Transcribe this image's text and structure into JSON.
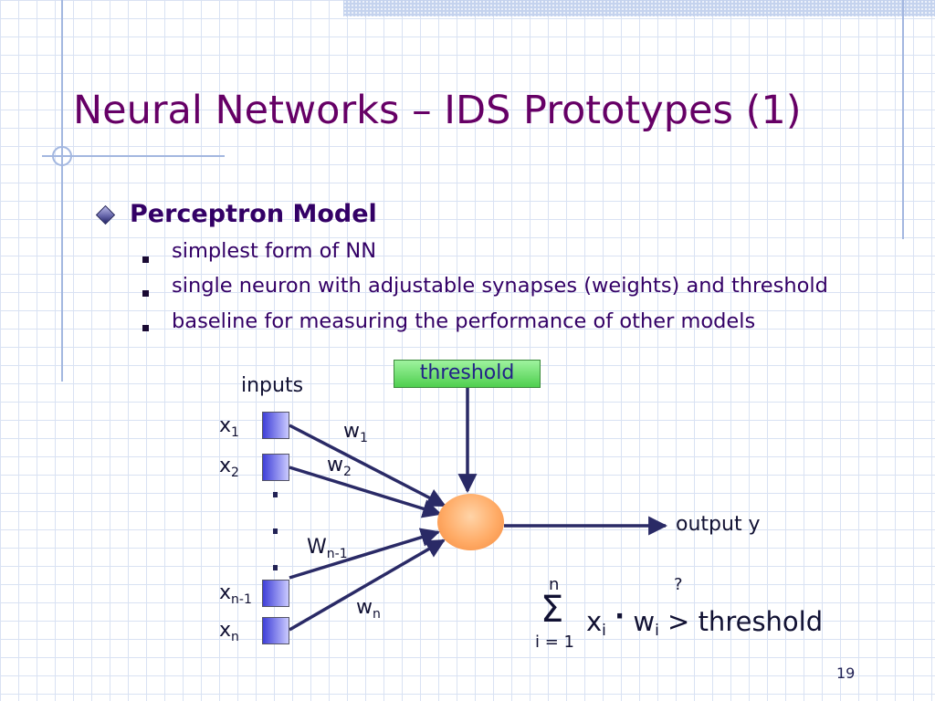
{
  "slide": {
    "title": "Neural Networks – IDS Prototypes (1)",
    "bullet": "Perceptron Model",
    "subbullets": [
      "simplest form of NN",
      "single neuron with adjustable synapses (weights) and threshold",
      "baseline for measuring the performance of other models"
    ],
    "page_number": "19"
  },
  "diagram": {
    "threshold_label": "threshold",
    "inputs_label": "inputs",
    "inputs": [
      {
        "base": "x",
        "sub": "1"
      },
      {
        "base": "x",
        "sub": "2"
      },
      {
        "base": "x",
        "sub": "n-1"
      },
      {
        "base": "x",
        "sub": "n"
      }
    ],
    "weights": [
      {
        "base": "w",
        "sub": "1"
      },
      {
        "base": "w",
        "sub": "2"
      },
      {
        "base": "W",
        "sub": "n-1"
      },
      {
        "base": "w",
        "sub": "n"
      }
    ],
    "output_label": "output y"
  },
  "formula": {
    "upper_limit": "n",
    "sigma": "Σ",
    "lower_limit": "i = 1",
    "x": "x",
    "x_sub": "i",
    "dot": "·",
    "w": "w",
    "w_sub": "i",
    "rest": " > threshold",
    "question_mark": "?"
  }
}
